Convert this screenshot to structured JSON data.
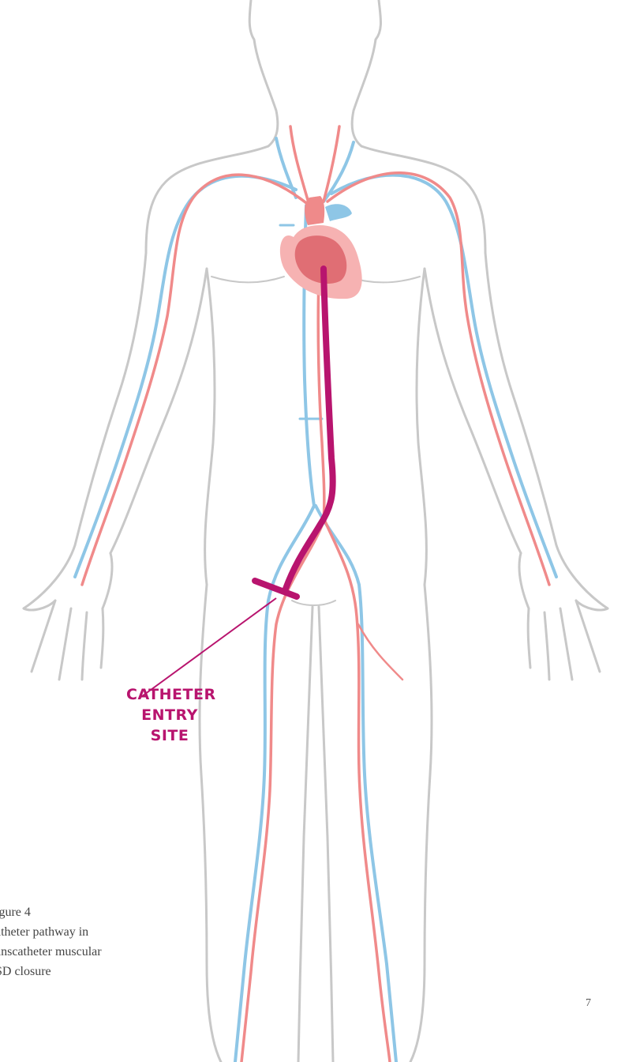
{
  "callout": {
    "line1": "CATHETER",
    "line2": "ENTRY SITE"
  },
  "caption": {
    "title": "igure 4",
    "lines": [
      "atheter pathway in",
      "anscatheter muscular",
      "SD closure"
    ]
  },
  "page_number": "7",
  "colors": {
    "body_outline": "#c8c8c8",
    "artery": "#f08a8a",
    "vein": "#8ec6e6",
    "catheter": "#b8146e",
    "heart": "#ef8a8a",
    "heart_inner": "#e06e74"
  },
  "icons": {
    "heart": "heart-icon",
    "catheter": "catheter-icon"
  }
}
